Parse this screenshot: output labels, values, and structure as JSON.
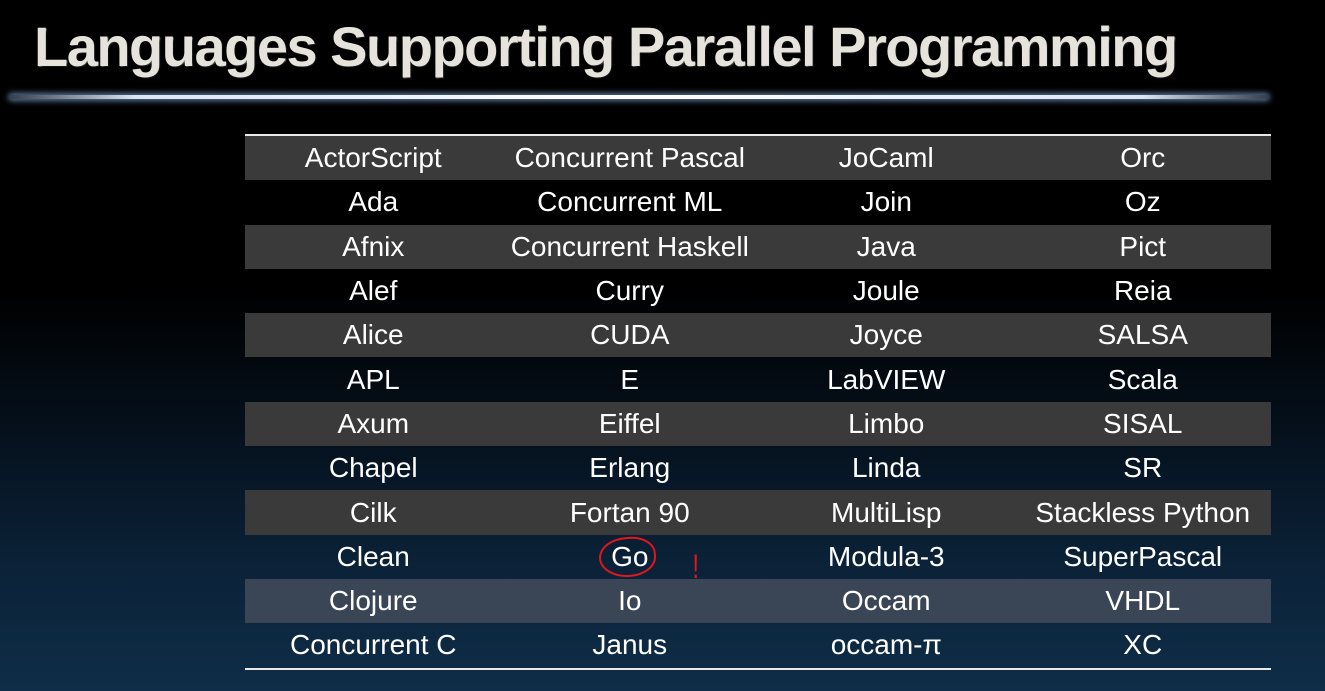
{
  "title": "Languages Supporting Parallel Programming",
  "annotation_mark": "!",
  "colors": {
    "annotation": "#e0181d",
    "row_shade": "#3a3a3a",
    "row_shade_blue": "#3a4656"
  },
  "rows": [
    [
      "ActorScript",
      "Concurrent Pascal",
      "JoCaml",
      "Orc"
    ],
    [
      "Ada",
      "Concurrent ML",
      "Join",
      "Oz"
    ],
    [
      "Afnix",
      "Concurrent Haskell",
      "Java",
      "Pict"
    ],
    [
      "Alef",
      "Curry",
      "Joule",
      "Reia"
    ],
    [
      "Alice",
      "CUDA",
      "Joyce",
      "SALSA"
    ],
    [
      "APL",
      "E",
      "LabVIEW",
      "Scala"
    ],
    [
      "Axum",
      "Eiffel",
      "Limbo",
      "SISAL"
    ],
    [
      "Chapel",
      "Erlang",
      "Linda",
      "SR"
    ],
    [
      "Cilk",
      "Fortan 90",
      "MultiLisp",
      "Stackless Python"
    ],
    [
      "Clean",
      "Go",
      "Modula-3",
      "SuperPascal"
    ],
    [
      "Clojure",
      "Io",
      "Occam",
      "VHDL"
    ],
    [
      "Concurrent C",
      "Janus",
      "occam-π",
      "XC"
    ]
  ]
}
